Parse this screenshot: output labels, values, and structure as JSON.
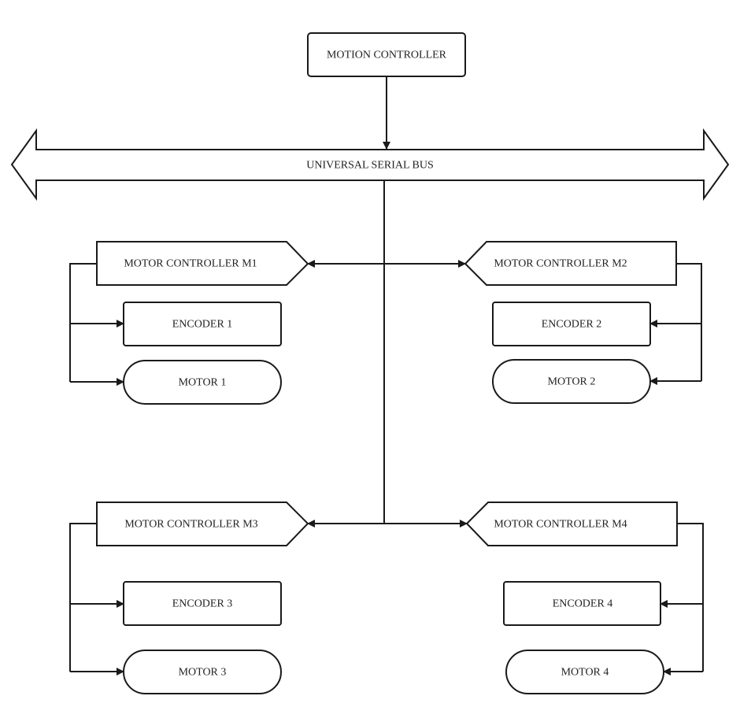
{
  "colors": {
    "stroke": "#1a1a1a",
    "background": "#ffffff",
    "text": "#222222"
  },
  "motion_controller": {
    "label": "MOTION CONTROLLER"
  },
  "bus": {
    "label": "UNIVERSAL SERIAL BUS"
  },
  "units": [
    {
      "controller": "MOTOR CONTROLLER M1",
      "encoder": "ENCODER 1",
      "motor": "MOTOR  1"
    },
    {
      "controller": "MOTOR CONTROLLER M2",
      "encoder": "ENCODER 2",
      "motor": "MOTOR  2"
    },
    {
      "controller": "MOTOR CONTROLLER M3",
      "encoder": "ENCODER 3",
      "motor": "MOTOR  3"
    },
    {
      "controller": "MOTOR CONTROLLER M4",
      "encoder": "ENCODER 4",
      "motor": "MOTOR  4"
    }
  ]
}
